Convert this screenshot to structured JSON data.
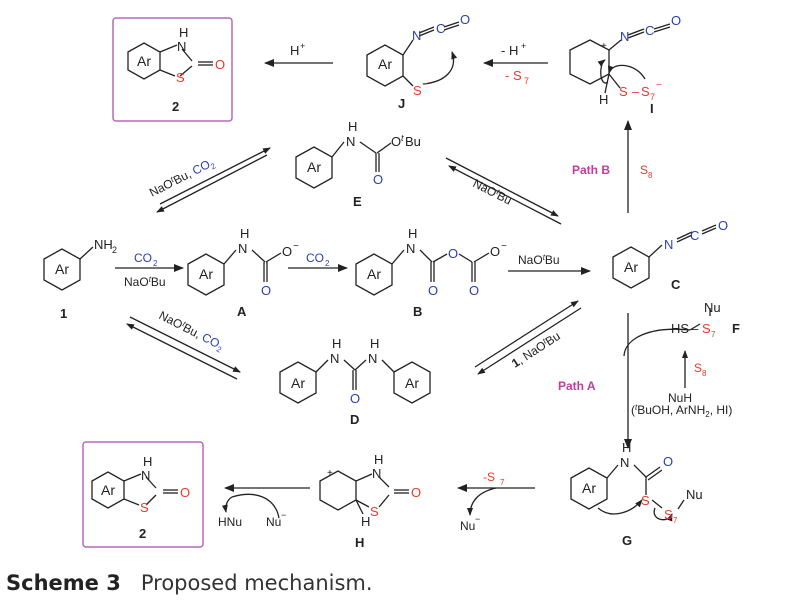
{
  "figure": {
    "caption_label": "Scheme 3",
    "caption_text": "Proposed mechanism."
  },
  "colors": {
    "ink": "#222222",
    "blue": "#2b3fb2",
    "red": "#e53a2a",
    "magenta": "#c23c9c",
    "box": "#b56ab8"
  },
  "compounds": {
    "c1": {
      "num": "1",
      "ring": "Ar",
      "nh2": "NH",
      "nh2_sub": "2"
    },
    "cA": {
      "name": "A",
      "ring": "Ar",
      "h": "H",
      "n": "N",
      "o": "O",
      "ominus": "O",
      "minus": "−"
    },
    "cB": {
      "name": "B",
      "ring": "Ar",
      "h": "H",
      "n": "N",
      "o": "O",
      "ominus": "O",
      "minus": "−"
    },
    "cC": {
      "name": "C",
      "ring": "Ar",
      "n": "N",
      "c": "C",
      "o": "O"
    },
    "cD": {
      "name": "D",
      "ring1": "Ar",
      "ring2": "Ar",
      "h": "H",
      "n": "N",
      "o": "O"
    },
    "cE": {
      "name": "E",
      "ring": "Ar",
      "h": "H",
      "n": "N",
      "o": "O",
      "otbu": "O",
      "tbu_t": "t",
      "tbu_bu": "Bu"
    },
    "cF": {
      "name": "F",
      "nu": "Nu",
      "hs": "HS",
      "s7": "S",
      "s7_sub": "7"
    },
    "cG": {
      "name": "G",
      "ring": "Ar",
      "h": "H",
      "n": "N",
      "o": "O",
      "s": "S",
      "nu": "Nu",
      "s7": "S",
      "s7_sub": "7"
    },
    "cH": {
      "name": "H",
      "h": "H",
      "n": "N",
      "o": "O",
      "s": "S",
      "plus": "+"
    },
    "cI": {
      "name": "I",
      "h": "H",
      "n": "N",
      "c": "C",
      "o": "O",
      "s": "S",
      "s7": "S",
      "s7_sub": "7",
      "minus": "−",
      "plus": "+"
    },
    "cJ": {
      "name": "J",
      "ring": "Ar",
      "n": "N",
      "c": "C",
      "o": "O",
      "s": "S",
      "minus": "−"
    },
    "p2top": {
      "num": "2",
      "ring": "Ar",
      "h": "H",
      "n": "N",
      "o": "O",
      "s": "S"
    },
    "p2bot": {
      "num": "2",
      "ring": "Ar",
      "h": "H",
      "n": "N",
      "o": "O",
      "s": "S"
    }
  },
  "reagents": {
    "co2_a": "CO",
    "co2_a_sub": "2",
    "naotbu_a": "NaO",
    "naotbu_a_t": "t",
    "naotbu_a_bu": "Bu",
    "co2_b": "CO",
    "co2_b_sub": "2",
    "naotbu_b": "NaO",
    "naotbu_b_t": "t",
    "naotbu_b_bu": "Bu",
    "naotbu_e": "NaO",
    "naotbu_e_t": "t",
    "naotbu_e_bu": "Bu",
    "co2_e": "CO",
    "co2_e_sub": "2",
    "naotbu_ec": "NaO",
    "naotbu_ec_t": "t",
    "naotbu_ec_bu": "Bu",
    "naotbu_d": "NaO",
    "naotbu_d_t": "t",
    "naotbu_d_bu": "Bu",
    "co2_d": "CO",
    "co2_d_sub": "2",
    "dc_1": "1",
    "dc_naotbu": ", NaO",
    "dc_t": "t",
    "dc_bu": "Bu",
    "path_a": "Path A",
    "path_b": "Path B",
    "s8_b": "S",
    "s8_b_sub": "8",
    "s8_f": "S",
    "s8_f_sub": "8",
    "nuh": "NuH",
    "cond_open": "(",
    "cond_t": "t",
    "cond_rest": "BuOH, ArNH",
    "cond_sub": "2",
    "cond_end": ", HI)",
    "hplus_top": "H",
    "hplus_sup": "+",
    "ij_h": "- H",
    "ij_plus": "+",
    "ij_s7": "- S",
    "ij_s7_sub": "7",
    "gh_s7": "-S",
    "gh_s7_sub": "7",
    "nu_minus_gh": "Nu",
    "nu_minus_gh_sup": "−",
    "hnu": "HNu",
    "nu_minus_h2": "Nu",
    "nu_minus_h2_sup": "−"
  }
}
